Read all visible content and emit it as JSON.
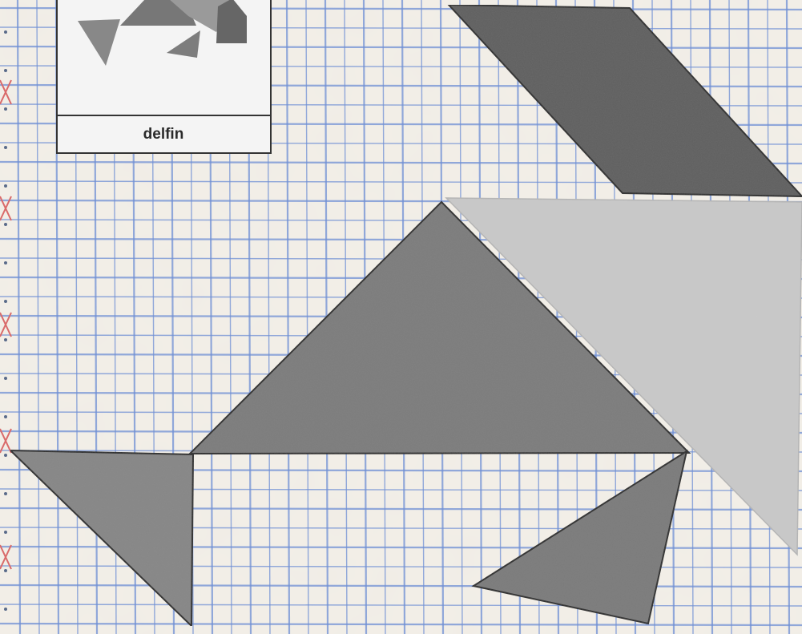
{
  "reference_card": {
    "caption": "delfin"
  },
  "colors": {
    "paper": "#f1ede6",
    "grid_line": "#6f8fd4",
    "margin_tick": "#d96a6a",
    "dark_piece": "#5f5f5f",
    "medium_piece": "#7c7c7c",
    "light_piece": "#c9c9c9",
    "card_background": "#f4f4f4"
  },
  "tangram": {
    "piece_count": 5,
    "pieces": [
      {
        "shape": "parallelogram",
        "shade": "dark"
      },
      {
        "shape": "large-triangle",
        "shade": "medium"
      },
      {
        "shape": "large-triangle",
        "shade": "light"
      },
      {
        "shape": "small-triangle",
        "shade": "medium"
      },
      {
        "shape": "small-triangle",
        "shade": "medium"
      }
    ]
  }
}
